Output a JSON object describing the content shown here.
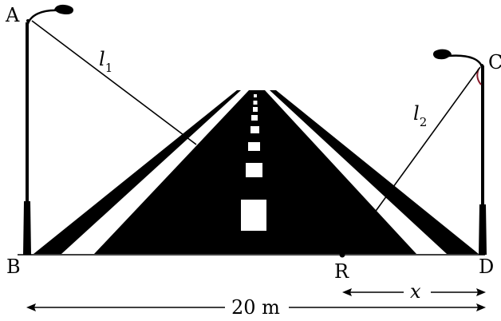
{
  "labels": {
    "a": "A",
    "b": "B",
    "c": "C",
    "d": "D",
    "r": "R",
    "x": "x",
    "l1": "l",
    "l1_sub": "1",
    "l2": "l",
    "l2_sub": "2",
    "distance": "20 m"
  },
  "colors": {
    "ink": "#000000",
    "paper": "#ffffff",
    "lamp_accent": "#8b1c2c"
  }
}
